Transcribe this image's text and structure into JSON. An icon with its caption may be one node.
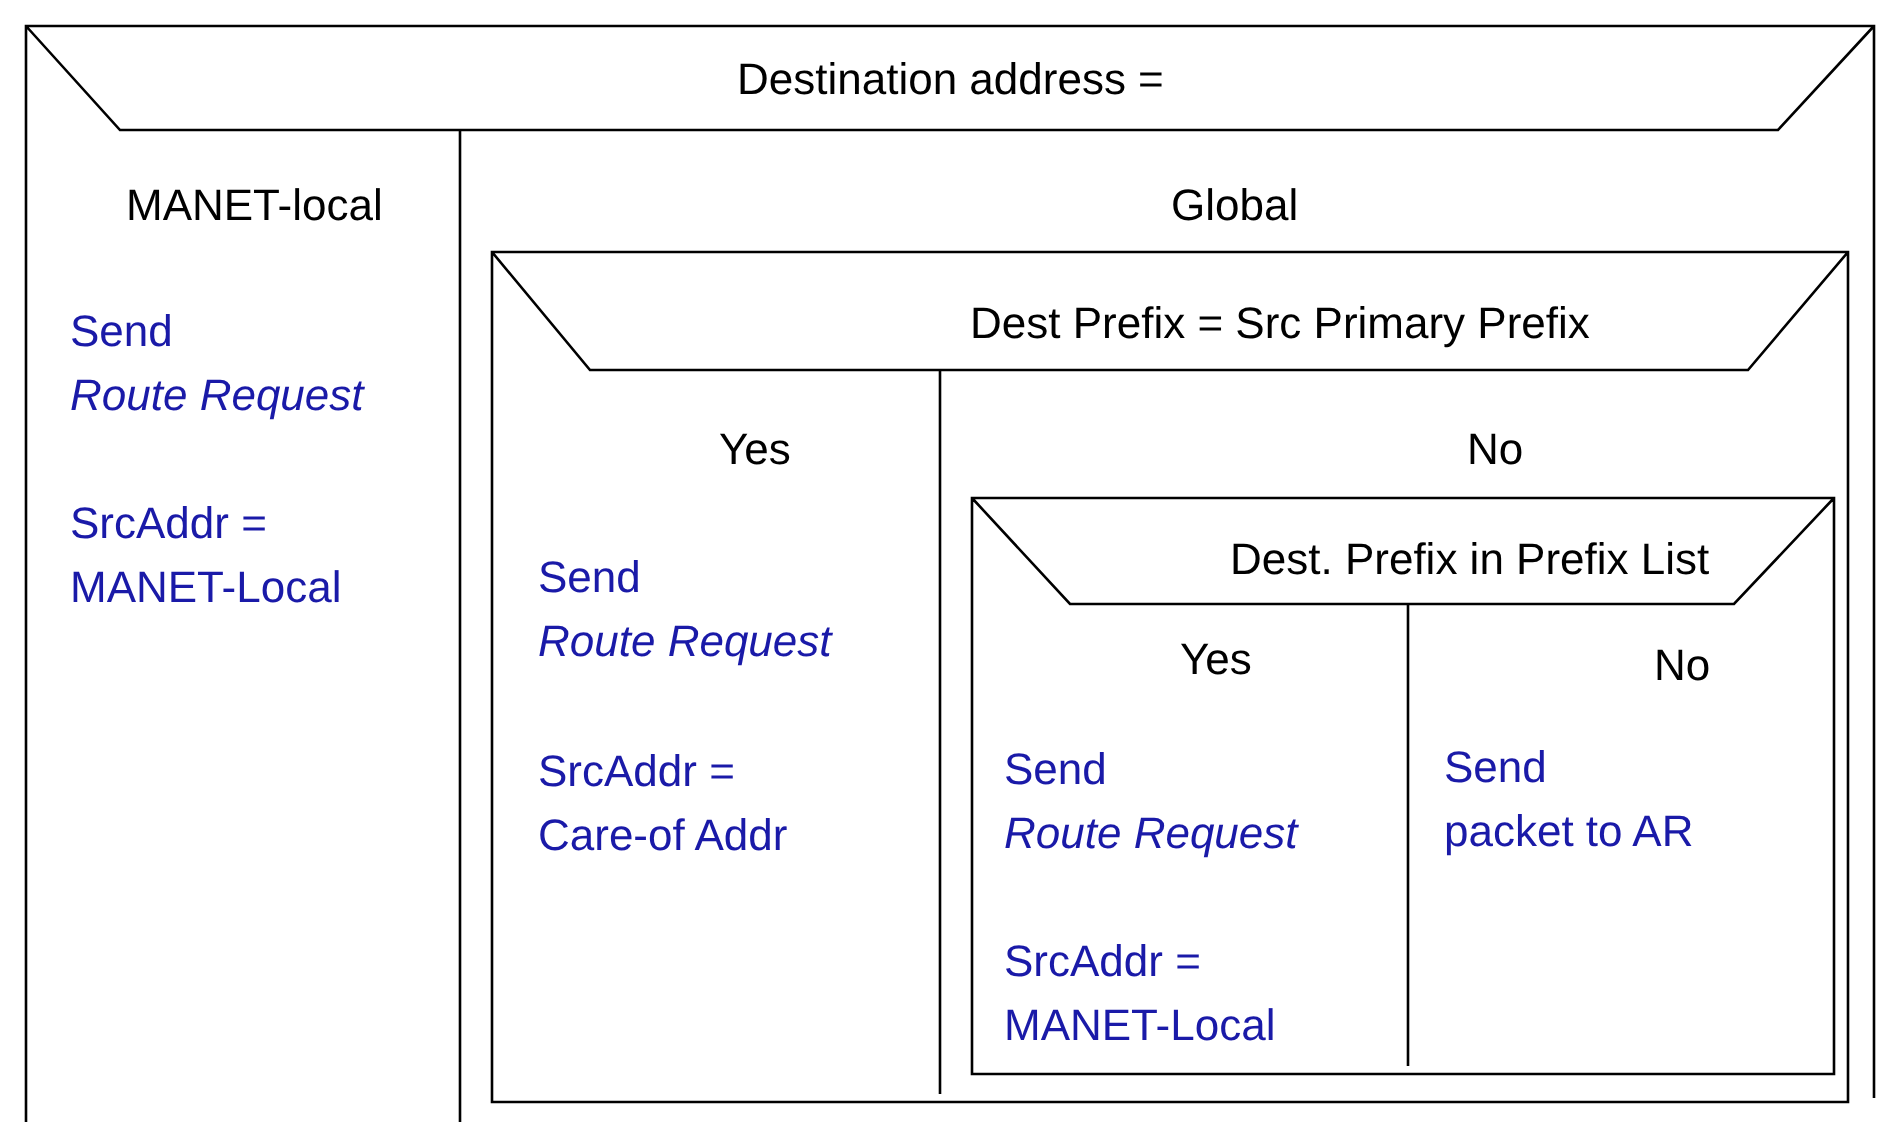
{
  "diagram": {
    "nodes": [
      {
        "text": [
          "Destination address ="
        ]
      },
      {
        "text": [
          "MANET-local",
          "Send *Route Request*",
          "SrcAddr = MANET-Local"
        ],
        "in": 0
      },
      {
        "text": [
          "Global"
        ],
        "in": 0
      },
      {
        "text": [
          "Dest Prefix = Src Primary Prefix"
        ],
        "in": 2
      },
      {
        "text": [
          "Yes",
          "Send *Route Request*",
          "SrcAddr = Care-of Addr"
        ],
        "in": 3
      },
      {
        "text": [
          "No"
        ],
        "in": 3
      },
      {
        "text": [
          "Dest. Prefix in Prefix List"
        ],
        "in": 5
      },
      {
        "text": [
          "Yes",
          "Send *Route Request*",
          "SrcAddr = MANET-Local"
        ],
        "in": 6
      },
      {
        "text": [
          "No",
          "Send packet to AR"
        ],
        "in": 6
      }
    ]
  }
}
